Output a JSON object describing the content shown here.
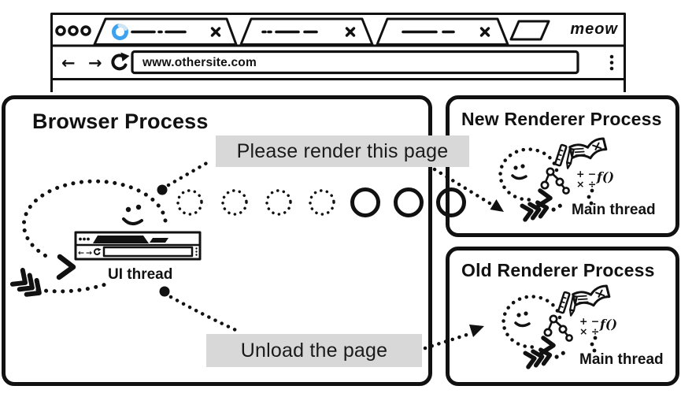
{
  "diagram": {
    "browser_window": {
      "url": "www.othersite.com",
      "brand": "meow",
      "tab_count": 3,
      "loading_tab_index": 1
    },
    "browser_process": {
      "title": "Browser Process",
      "thread_label": "UI thread"
    },
    "new_renderer_process": {
      "title": "New Renderer Process",
      "thread_label": "Main thread"
    },
    "old_renderer_process": {
      "title": "Old Renderer Process",
      "thread_label": "Main thread"
    },
    "messages": {
      "render_request": "Please render this page",
      "unload_request": "Unload the page"
    },
    "icon_glyphs": {
      "back_arrow": "←",
      "forward_arrow": "→",
      "math_row1": "+ −",
      "math_row2": "× ÷",
      "function": "f()"
    },
    "transition": {
      "dotted_circle_count": 4,
      "solid_circle_count": 3
    },
    "colors": {
      "ink": "#111111",
      "label_bg": "#d8d8d8",
      "spinner_blue": "#3fa2ee",
      "spinner_light": "#cfe4f5"
    }
  }
}
